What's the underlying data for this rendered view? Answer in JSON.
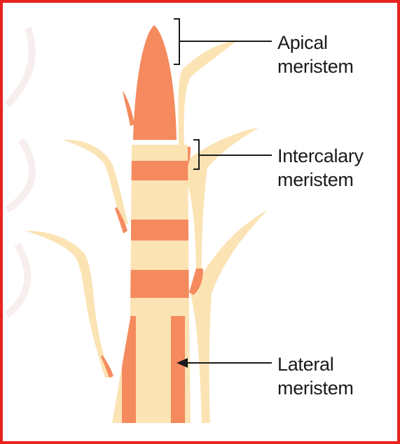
{
  "colors": {
    "border": "#e8231f",
    "tissue_light": "#fbe3b4",
    "meristem_orange": "#f58a5e",
    "leader_line": "#1a1a1a"
  },
  "labels": {
    "apical": {
      "line1": "Apical",
      "line2": "meristem"
    },
    "intercalary": {
      "line1": "Intercalary",
      "line2": "meristem"
    },
    "lateral": {
      "line1": "Lateral",
      "line2": "meristem"
    }
  }
}
